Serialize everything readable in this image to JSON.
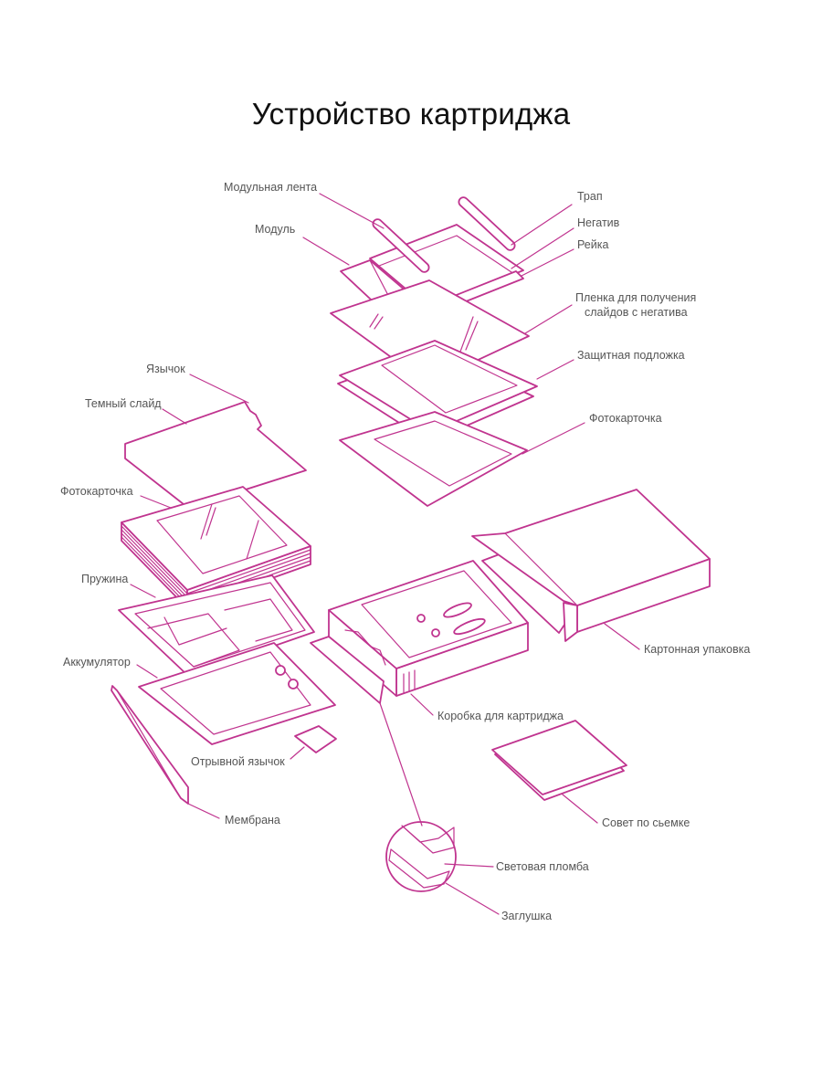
{
  "title": "Устройство картриджа",
  "accent_color": "#c0348f",
  "labels": {
    "modular_tape": "Модульная лента",
    "module": "Модуль",
    "trap": "Трап",
    "negative": "Негатив",
    "rail": "Рейка",
    "slide_film_line1": "Пленка для получения",
    "slide_film_line2": "слайдов с негатива",
    "protective_backing": "Защитная подложка",
    "photo_card_top": "Фотокарточка",
    "tongue": "Язычок",
    "dark_slide": "Темный слайд",
    "photo_card_stack": "Фотокарточка",
    "spring": "Пружина",
    "battery": "Аккумулятор",
    "tear_tab": "Отрывной язычок",
    "membrane": "Мембрана",
    "cardboard_packaging": "Картонная упаковка",
    "cartridge_box": "Коробка для картриджа",
    "shooting_tip": "Совет по сьемке",
    "light_seal": "Световая пломба",
    "plug": "Заглушка"
  }
}
